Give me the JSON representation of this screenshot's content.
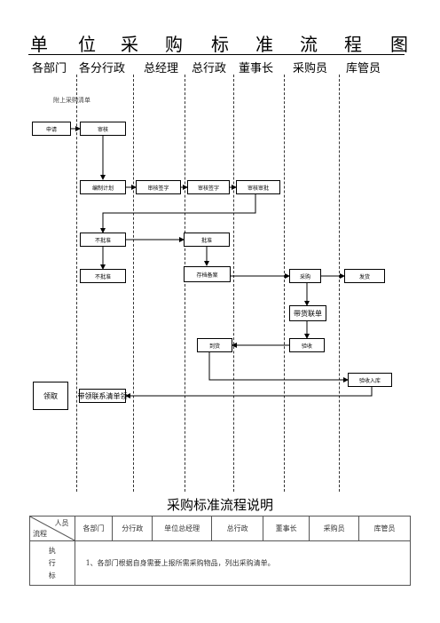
{
  "title_chars": [
    "单",
    "位",
    "采",
    "购",
    "标",
    "准",
    "流",
    "程",
    "图"
  ],
  "columns": [
    "各部门",
    "各分行政",
    "总经理",
    "总行政",
    "董事长",
    "采购员",
    "库管员"
  ],
  "note": "附上采购清单",
  "boxes": {
    "b1": "申请",
    "b2": "审核",
    "b3": "编制计划",
    "b4": "审核签字",
    "b5": "审核签字",
    "b6": "审核审批",
    "b7": "不批准",
    "b8": "批准",
    "b9": "不批准",
    "b10": "存档备案",
    "b11": "采购",
    "b12": "发货",
    "b13": "带货联单",
    "b14": "到货",
    "b15": "验收",
    "b16": "验收入库",
    "b17": "领取",
    "b18": "带领联系清单领"
  },
  "desc": {
    "title": "采购标准流程说明",
    "corner_top": "人员",
    "corner_bottom": "流程",
    "headers": [
      "各部门",
      "分行政",
      "单位总经理",
      "总行政",
      "董事长",
      "采购员",
      "库管员"
    ],
    "row_label": "执行标",
    "row_text": "1、各部门根据自身需要上报所需采购物品，列出采购清单。"
  }
}
